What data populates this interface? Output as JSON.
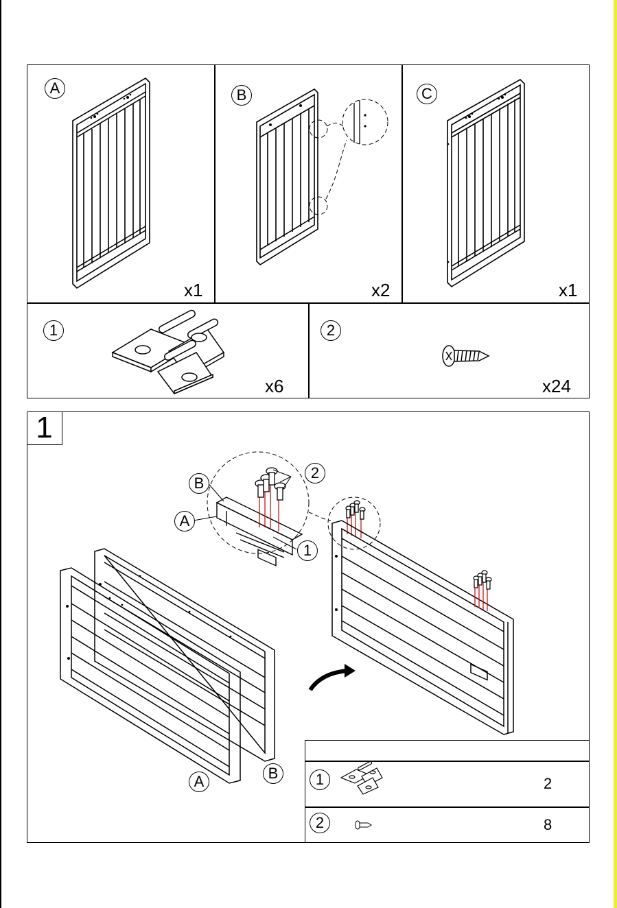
{
  "parts": [
    {
      "id": "A",
      "qty": "x1"
    },
    {
      "id": "B",
      "qty": "x2"
    },
    {
      "id": "C",
      "qty": "x1"
    }
  ],
  "hardware": [
    {
      "id": "1",
      "qty": "x6",
      "icon": "hinge-icon"
    },
    {
      "id": "2",
      "qty": "x24",
      "icon": "screw-icon"
    }
  ],
  "step": {
    "number": "1",
    "callouts": {
      "panel_b": "B",
      "panel_a": "A",
      "screw": "2",
      "hinge": "1"
    },
    "panel_labels": {
      "a": "A",
      "b": "B"
    },
    "table": [
      {
        "id": "1",
        "qty": "2",
        "icon": "hinge-icon"
      },
      {
        "id": "2",
        "qty": "8",
        "icon": "screw-icon"
      }
    ]
  }
}
